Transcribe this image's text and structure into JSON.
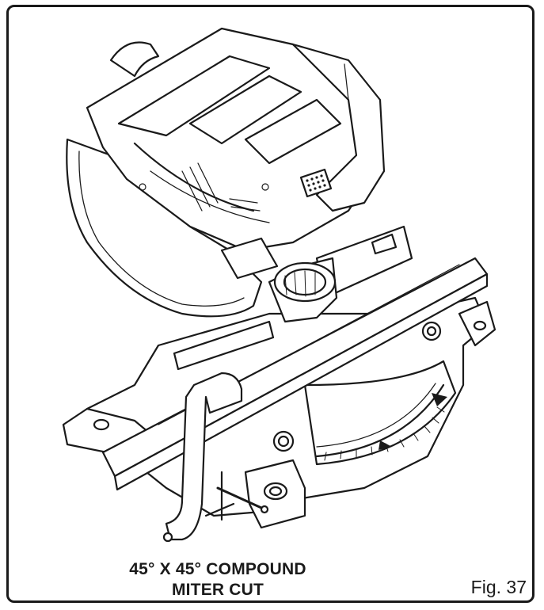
{
  "figure": {
    "caption_line1": "45° X 45° COMPOUND",
    "caption_line2": "MITER CUT",
    "fig_label": "Fig. 37"
  },
  "illustration": {
    "subject": "compound-miter-saw",
    "stroke_color": "#1a1a1a",
    "fill_color": "#ffffff"
  }
}
